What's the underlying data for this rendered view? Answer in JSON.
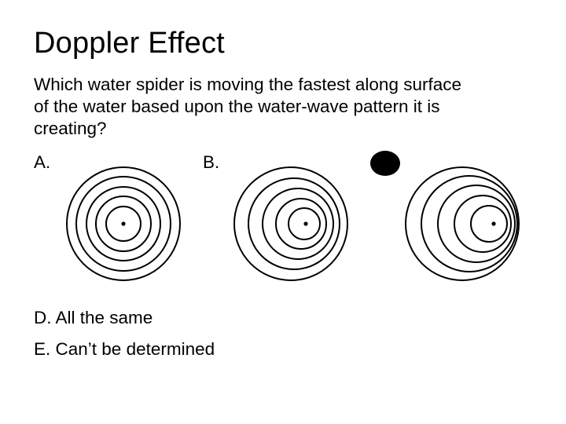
{
  "slide": {
    "title": "Doppler Effect",
    "question_lines": [
      "Which water spider is moving the fastest along surface",
      "of the water based upon the water-wave pattern it is",
      "creating?"
    ],
    "option_labels": {
      "a": "A.",
      "b": "B."
    },
    "answers": [
      "D.  All the same",
      "E.  Can’t be determined"
    ]
  }
}
